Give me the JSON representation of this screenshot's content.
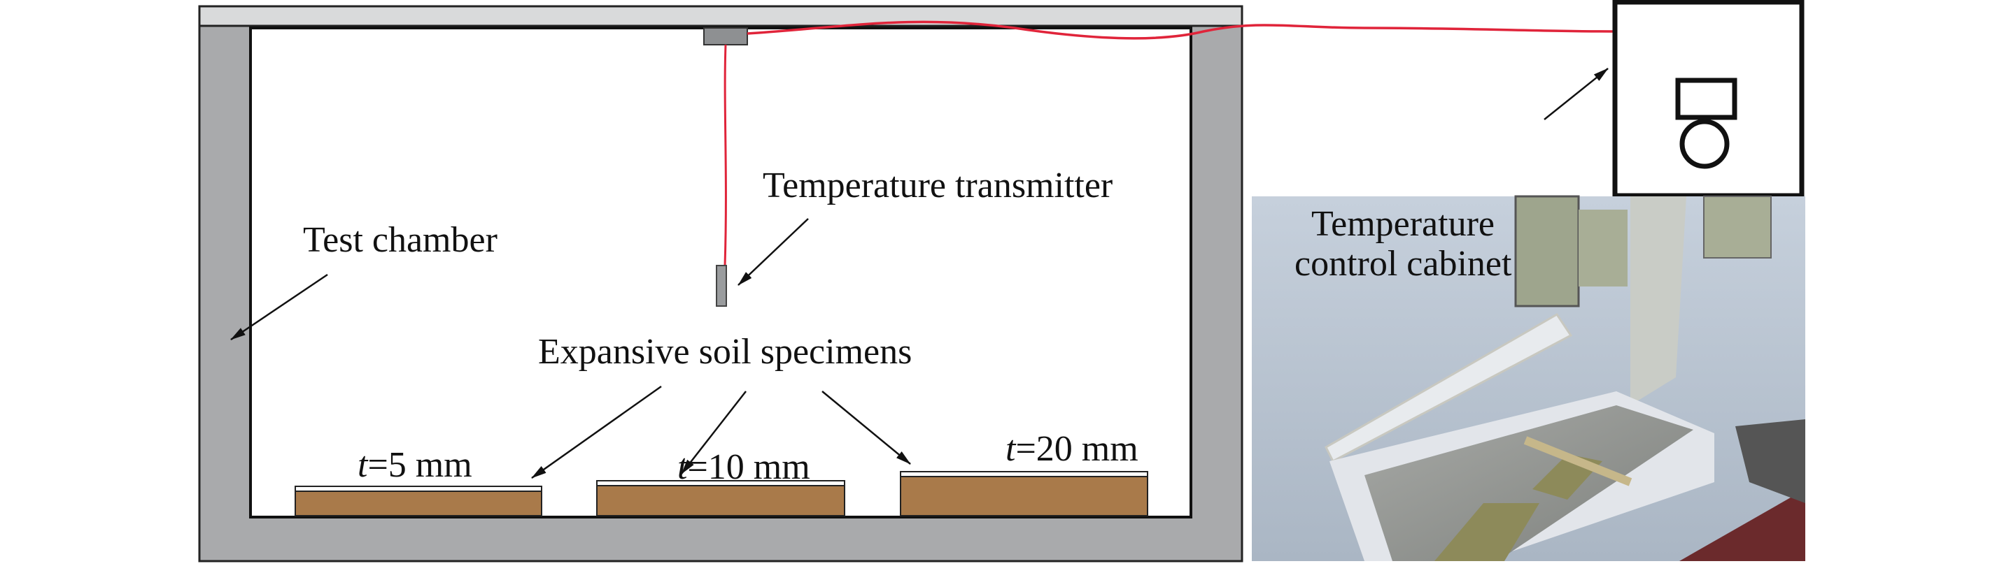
{
  "labels": {
    "test_chamber": "Test chamber",
    "temperature_transmitter": "Temperature transmitter",
    "expansive_soil_specimens": "Expansive soil specimens",
    "cabinet_line1": "Temperature",
    "cabinet_line2": "control cabinet"
  },
  "specimens": [
    {
      "t_symbol": "t",
      "value": "=5 mm"
    },
    {
      "t_symbol": "t",
      "value": "=10 mm"
    },
    {
      "t_symbol": "t",
      "value": "=20 mm"
    }
  ],
  "colors": {
    "wall": "#a9aaac",
    "lid": "#d9dadb",
    "soil": "#a97a4a",
    "wire": "#e0243a"
  }
}
